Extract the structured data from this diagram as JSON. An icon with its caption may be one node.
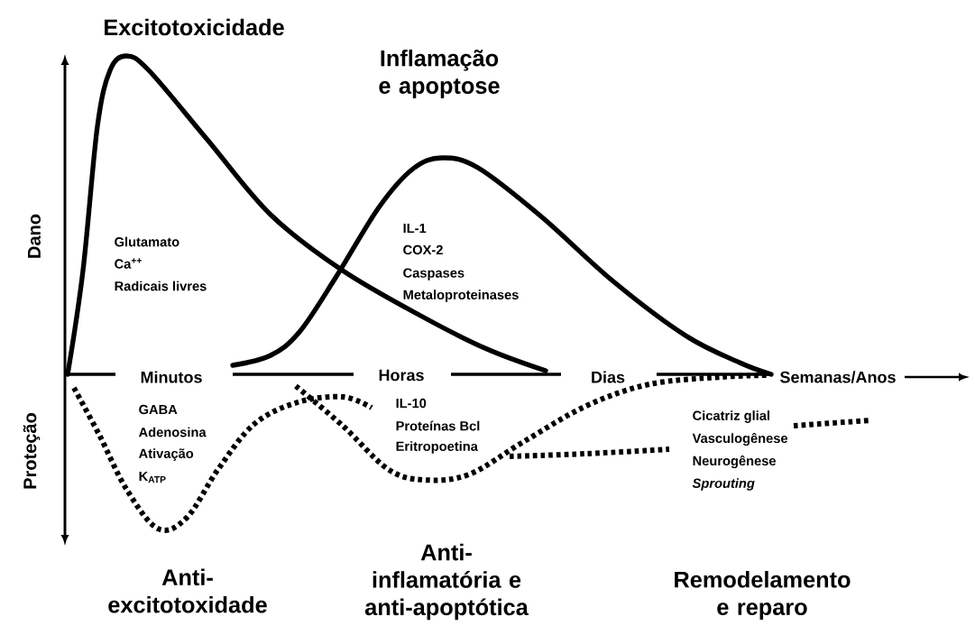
{
  "diagram": {
    "labels": [
      "Excitotoxicidade",
      "Inflamação e apoptose",
      "Dano",
      "Glutamato",
      "Ca$^{++}$",
      "Radicais livres",
      "IL-1",
      "COX-2",
      "Caspases",
      "Metaloproteinases",
      "Minutos",
      "Horas",
      "Dias",
      "Semanas/Anos",
      "Proteção",
      "GABA",
      "Adenosina",
      "Ativação",
      "K$_{ATP}$",
      "IL-10",
      "Proteínas Bcl",
      "Eritropoetina",
      "Cicatriz glial",
      "Vasculogênese",
      "Neurogênese",
      "Sprouting",
      "Anti- excitotoxidade",
      "Anti- inflamatória e anti-apoptótica",
      "Remodelamento e reparo"
    ]
  }
}
